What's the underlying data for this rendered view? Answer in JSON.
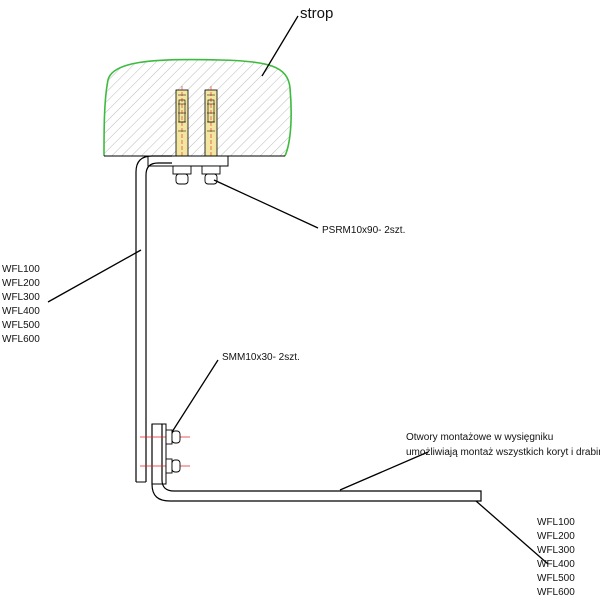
{
  "labels": {
    "ceiling": "strop",
    "anchor": "PSRM10x90- 2szt.",
    "bolts": "SMM10x30- 2szt.",
    "holes_line1": "Otwory montażowe w wysięgniku",
    "holes_line2": "umożliwiają montaż wszystkich koryt i drabin"
  },
  "hanger_models": [
    "WFL100",
    "WFL200",
    "WFL300",
    "WFL400",
    "WFL500",
    "WFL600"
  ],
  "arm_models": [
    "WFL100",
    "WFL200",
    "WFL300",
    "WFL400",
    "WFL500",
    "WFL600"
  ],
  "colors": {
    "ceiling_outline": "#3dbb3d",
    "hatch": "#9a9a9a",
    "anchor_fill": "#f3e6a0",
    "center_lines": "#e02020",
    "lines": "#000000"
  }
}
